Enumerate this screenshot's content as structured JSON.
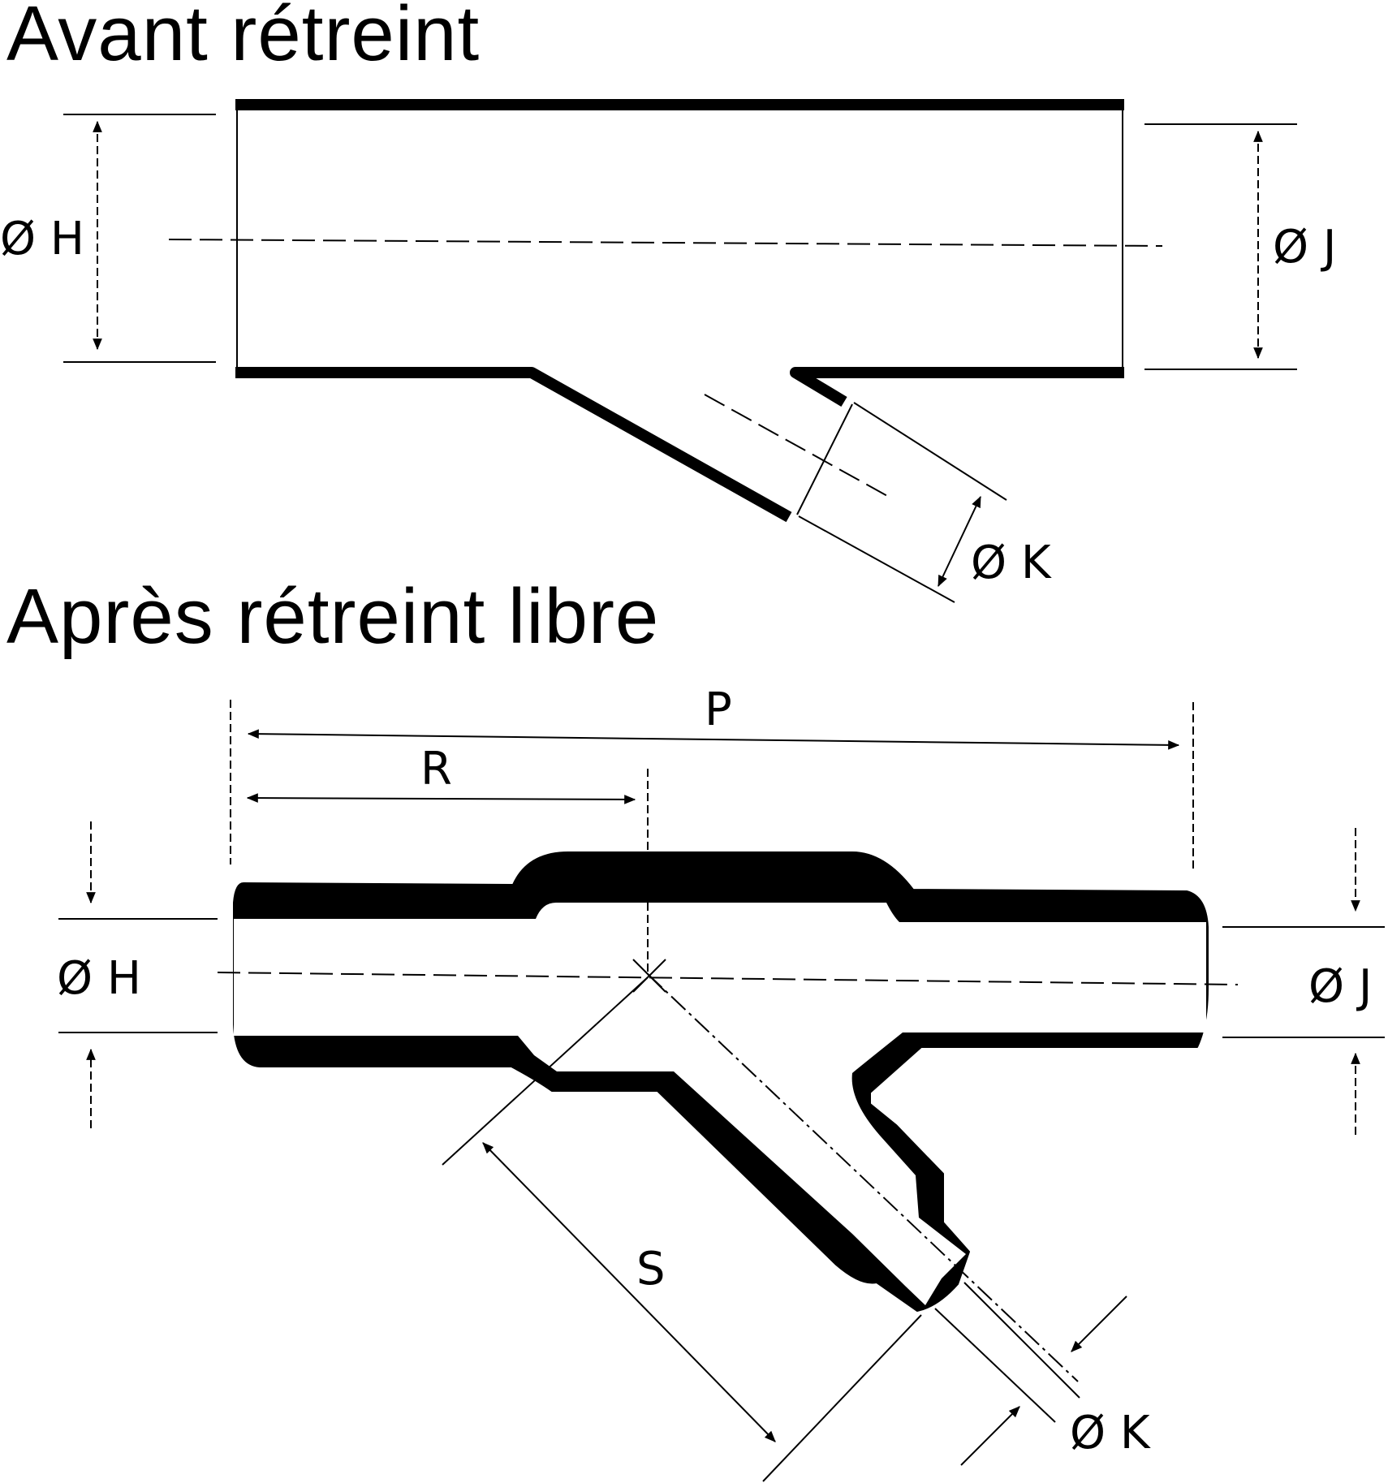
{
  "titles": {
    "before": "Avant rétreint",
    "after": "Après rétreint libre"
  },
  "labels": {
    "h": "Ø H",
    "j": "Ø J",
    "k": "Ø K",
    "p": "P",
    "r": "R",
    "s": "S"
  }
}
